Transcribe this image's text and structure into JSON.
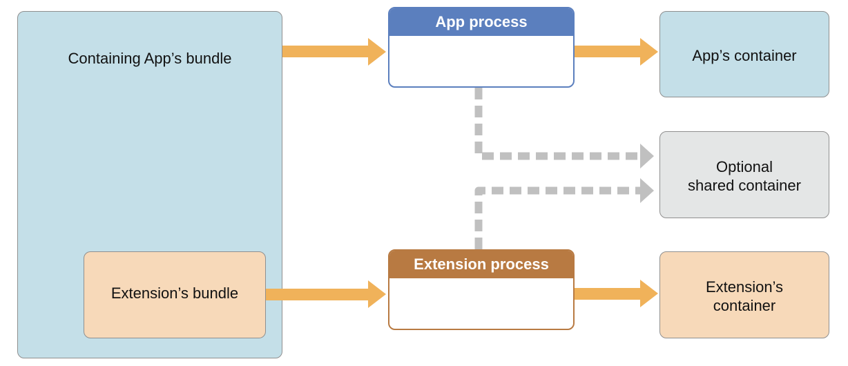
{
  "colors": {
    "bundle_blue": "#c4dfe8",
    "extension_peach": "#f7d9b9",
    "shared_gray": "#e4e6e6",
    "app_process_header": "#5b7fbe",
    "extension_process_header": "#b87a42",
    "arrow_orange": "#f0b25a",
    "arrow_gray": "#c0c0c0"
  },
  "containing_app_bundle": {
    "label": "Containing App’s bundle"
  },
  "extension_bundle": {
    "label": "Extension’s bundle"
  },
  "app_process": {
    "title": "App process"
  },
  "extension_process": {
    "title": "Extension process"
  },
  "app_container": {
    "label": "App’s container"
  },
  "shared_container": {
    "line1": "Optional",
    "line2": "shared container"
  },
  "extension_container": {
    "line1": "Extension’s",
    "line2": "container"
  }
}
